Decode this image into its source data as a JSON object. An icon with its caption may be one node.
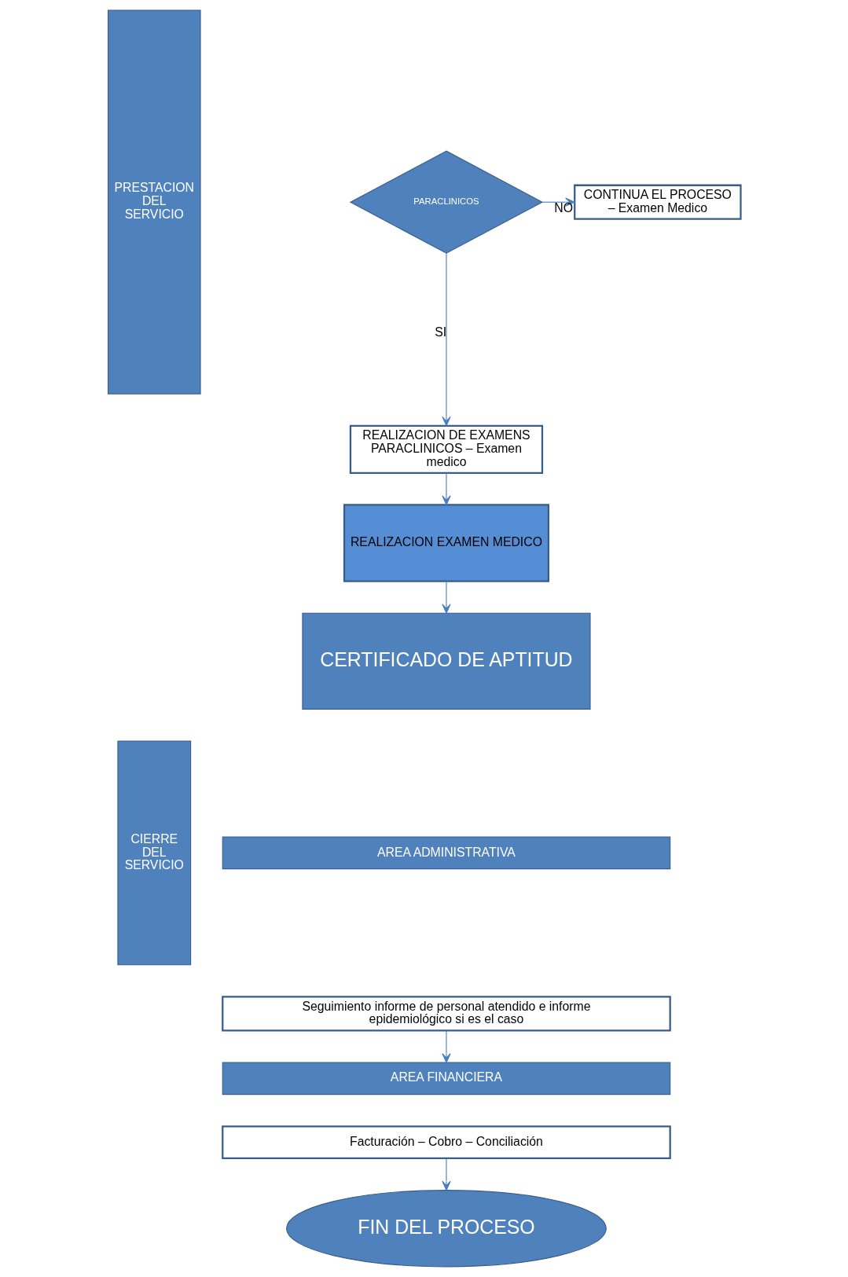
{
  "diagram": {
    "nodes": [
      {
        "text": [
          "PRESTACION DEL SERVICIO"
        ]
      },
      {
        "text": [
          "PARACLINICOS"
        ]
      },
      {
        "text": [
          "CONTINUA EL PROCESO – Examen Medico"
        ]
      },
      {
        "text": [
          "REALIZACION DE EXAMENS PARACLINICOS – Examen medico"
        ]
      },
      {
        "text": [
          "REALIZACION EXAMEN MEDICO"
        ]
      },
      {
        "text": [
          "CERTIFICADO DE APTITUD"
        ]
      },
      {
        "text": [
          "CIERRE DEL SERVICIO"
        ]
      },
      {
        "text": [
          "AREA ADMINISTRATIVA"
        ]
      },
      {
        "text": [
          "Seguimiento informe de personal atendido e informe epidemiológico si es el caso"
        ]
      },
      {
        "text": [
          "AREA FINANCIERA"
        ]
      },
      {
        "text": [
          "Facturación – Cobro – Conciliación"
        ]
      },
      {
        "text": [
          "FIN DEL PROCESO"
        ]
      }
    ],
    "edges": [
      {
        "from": 1,
        "to": 2,
        "arrow": "to",
        "label": "NO"
      },
      {
        "from": 1,
        "to": 3,
        "arrow": "to",
        "label": "SI"
      },
      {
        "from": 3,
        "to": 4,
        "arrow": "to"
      },
      {
        "from": 4,
        "to": 5,
        "arrow": "to"
      },
      {
        "from": 8,
        "to": 9,
        "arrow": "to"
      },
      {
        "from": 10,
        "to": 11,
        "arrow": "to"
      }
    ]
  }
}
